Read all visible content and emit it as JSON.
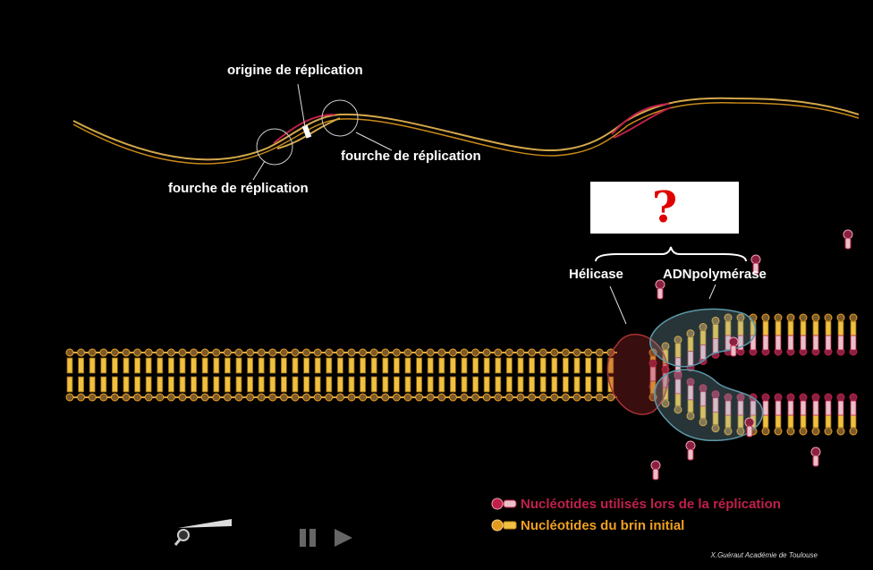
{
  "labels": {
    "origin": "origine de réplication",
    "fork_right": "fourche de réplication",
    "fork_left": "fourche de réplication",
    "helicase": "Hélicase",
    "polymerase": "ADNpolymérase",
    "question": "?"
  },
  "legend": {
    "new_nucleotides": "Nucléotides utilisés lors de la réplication",
    "old_nucleotides": "Nucléotides du brin initial"
  },
  "credit": "X.Guéraut Académie de Toulouse",
  "colors": {
    "new_strand": "#c0204a",
    "old_strand": "#f0a020",
    "strand_line": "#d4a84a",
    "question_mark": "#e00000"
  },
  "icons": {
    "zoom": "magnifier-icon",
    "pause": "pause-icon",
    "play": "play-icon"
  }
}
